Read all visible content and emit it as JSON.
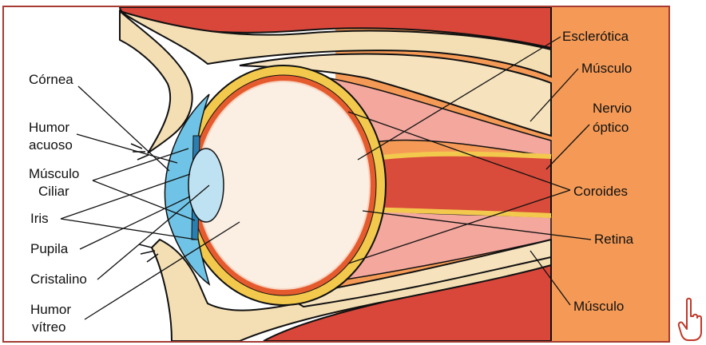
{
  "diagram": {
    "labels_left": {
      "cornea": "Córnea",
      "humor_acuoso_1": "Humor",
      "humor_acuoso_2": "acuoso",
      "musculo_ciliar_1": "Músculo",
      "musculo_ciliar_2": "Ciliar",
      "iris": "Iris",
      "pupila": "Pupila",
      "cristalino": "Cristalino",
      "humor_vitreo_1": "Humor",
      "humor_vitreo_2": "vítreo"
    },
    "labels_right": {
      "esclerotica": "Esclerótica",
      "musculo_top": "Músculo",
      "nervio_optico_1": "Nervio",
      "nervio_optico_2": "óptico",
      "coroides": "Coroides",
      "retina": "Retina",
      "musculo_bottom": "Músculo"
    }
  },
  "colors": {
    "frame": "#a53b32",
    "bone": "#f4dfb5",
    "muscle_dark": "#d94b3a",
    "muscle_pink": "#f3a79d",
    "orbit_orange": "#f59a56",
    "sclera_yellow": "#f2c94c",
    "vitreous": "#fbeee2",
    "cornea_blue": "#6fc3e6",
    "lens_blue": "#bfe2f2"
  },
  "icons": {
    "cursor": "hand-pointer-icon"
  }
}
